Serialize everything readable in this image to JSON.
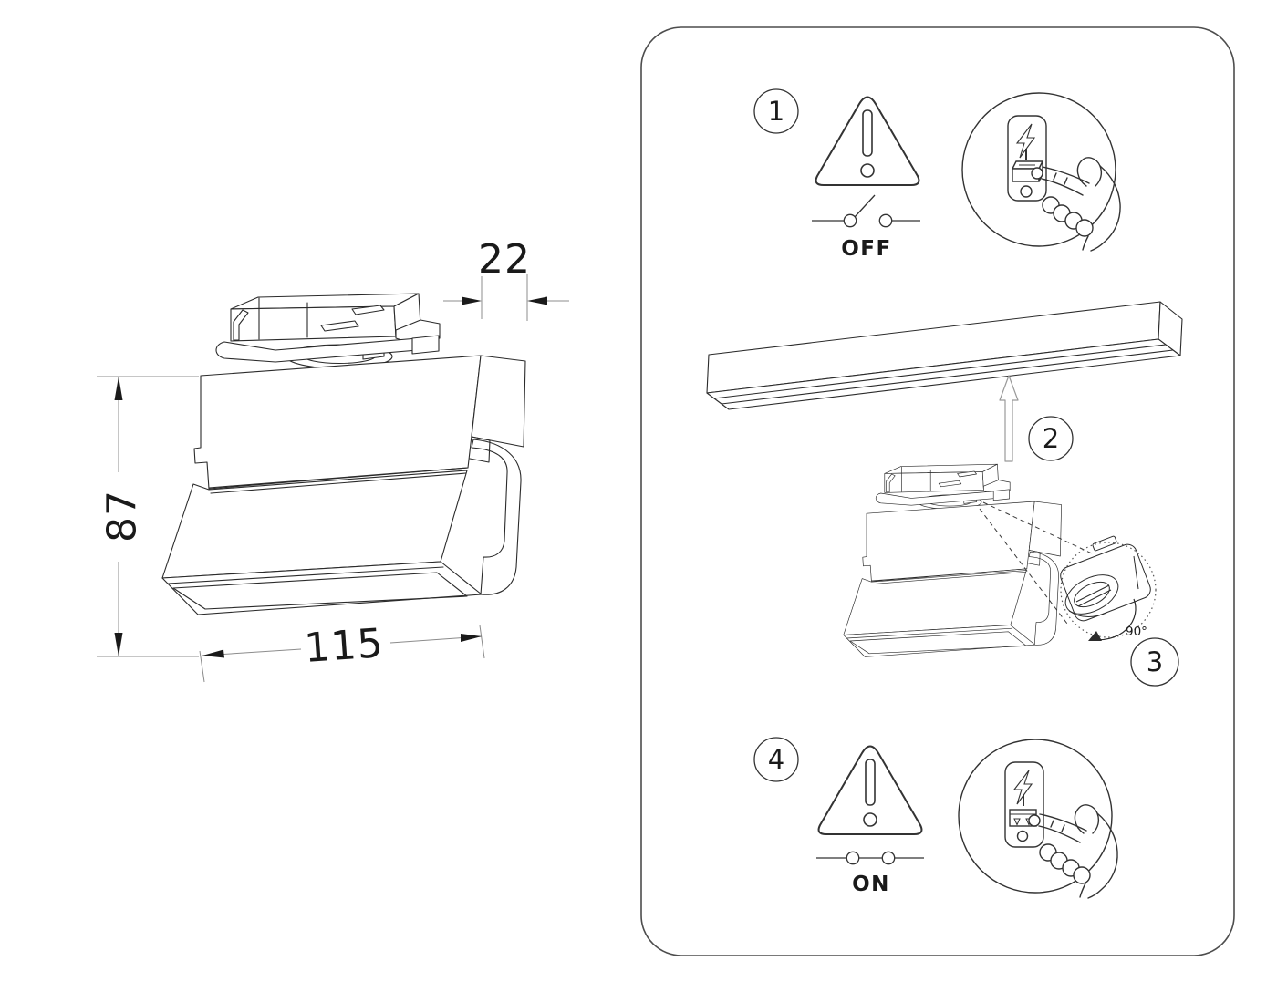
{
  "colors": {
    "line": "#2b2b2b",
    "panel_border": "#4d4d4d",
    "dim_line": "#8c8c8c",
    "arrow_fill": "#1a1a1a",
    "background": "#ffffff"
  },
  "drawing": {
    "dim_depth": "22",
    "dim_height": "87",
    "dim_length": "115"
  },
  "panel": {
    "steps": {
      "s1": {
        "number": "1",
        "label": "OFF"
      },
      "s2": {
        "number": "2"
      },
      "s3": {
        "number": "3",
        "angle": "90°"
      },
      "s4": {
        "number": "4",
        "label": "ON"
      }
    }
  }
}
